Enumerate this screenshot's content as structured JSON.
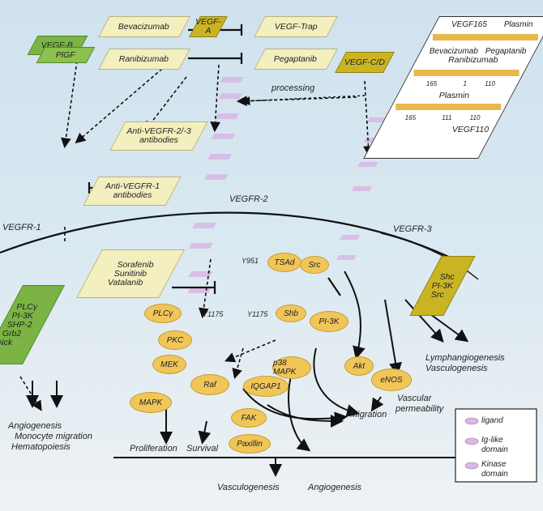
{
  "drugs": {
    "bevacizumab": "Bevacizumab",
    "ranibizumab": "Ranibizumab",
    "vegf_trap": "VEGF-Trap",
    "pegaptanib": "Pegaptanib",
    "anti_vegfr2_r3": "Anti-VEGFR-2/-3 antibodies",
    "anti_vegfr1": "Anti-VEGFR-1 antibodies",
    "tki": [
      "Sorafenib",
      "Sunitinib",
      "Vatalanib"
    ]
  },
  "ligands": {
    "vegf_b": "VEGF-B",
    "plgf": "PlGF",
    "vegf_a": "VEGF-A",
    "vegf_cd": "VEGF-C/D"
  },
  "receptors": {
    "vegfr1": "VEGFR-1",
    "vegfr2": "VEGFR-2",
    "vegfr3": "VEGFR-3"
  },
  "processing": "processing",
  "isoform_box": {
    "top_label": "VEGF165",
    "plasmin_top": "Plasmin",
    "bevacizumab": "Bevacizumab",
    "ranibizumab": "Ranibizumab",
    "pegaptanib": "Pegaptanib",
    "plasmin_bottom": "Plasmin",
    "seq_labels": [
      "165",
      "1",
      "110",
      "165",
      "111",
      "110"
    ],
    "vegf110": "VEGF110"
  },
  "left_adaptors": [
    "PLCγ",
    "PI-3K",
    "SHP-2",
    "Grb2",
    "Nck"
  ],
  "right_adaptors": [
    "Shc",
    "PI-3K",
    "Src"
  ],
  "sites": [
    "Y951",
    "Y1175",
    "Y1175"
  ],
  "signaling": {
    "tsad": "TSAd",
    "src": "Src",
    "plcg": "PLCγ",
    "shb": "Shb",
    "pi3k": "PI-3K",
    "pkc": "PKC",
    "mek": "MEK",
    "raf": "Raf",
    "p38mapk": "p38 MAPK",
    "iqgap1": "IQGAP1",
    "mapk": "MAPK",
    "akt": "Akt",
    "enos": "eNOS",
    "fak": "FAK",
    "paxillin": "Paxillin"
  },
  "outcomes": {
    "lymph": "Lymphangiogenesis",
    "vasculo_r3": "Vasculogenesis",
    "angio_left": "Angiogenesis",
    "monocyte": "Monocyte migration",
    "hemato": "Hematopoiesis",
    "migration": "Migration",
    "vascular": "Vascular",
    "permeability": "permeability",
    "prolif": "Proliferation",
    "survival": "Survival",
    "vasculo_bottom": "Vasculogenesis",
    "angio_bottom": "Angiogenesis"
  },
  "legend": {
    "ligand": "ligand",
    "ig_like": "Ig-like",
    "domain1": "domain",
    "kinase": "Kinase",
    "domain2": "domain"
  },
  "colors": {
    "drug_box": "#f3efbe",
    "ligand_green": "#7bb344",
    "ligand_gold": "#c9b523",
    "signaling_oval": "#f0c659",
    "receptor_purple": "#d9b8e6"
  }
}
